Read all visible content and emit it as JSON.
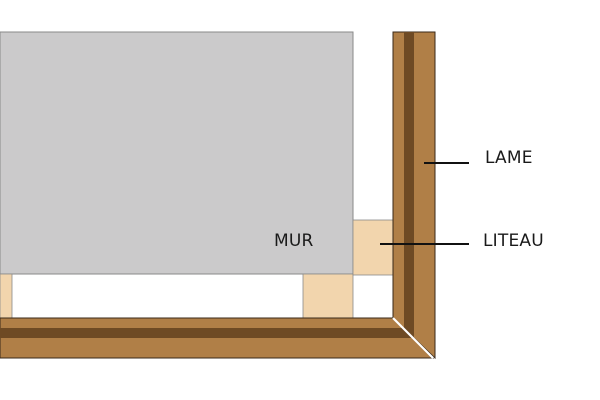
{
  "labels": {
    "wall": "MUR",
    "board": "LAME",
    "batten": "LITEAU"
  },
  "colors": {
    "wall": "#cbcacb",
    "wall_outline": "#8a8a8a",
    "batten": "#f2d5ad",
    "board": "#b07f47",
    "board_dark": "#6e4a24",
    "outline": "#3a2a1a",
    "background": "#ffffff"
  }
}
